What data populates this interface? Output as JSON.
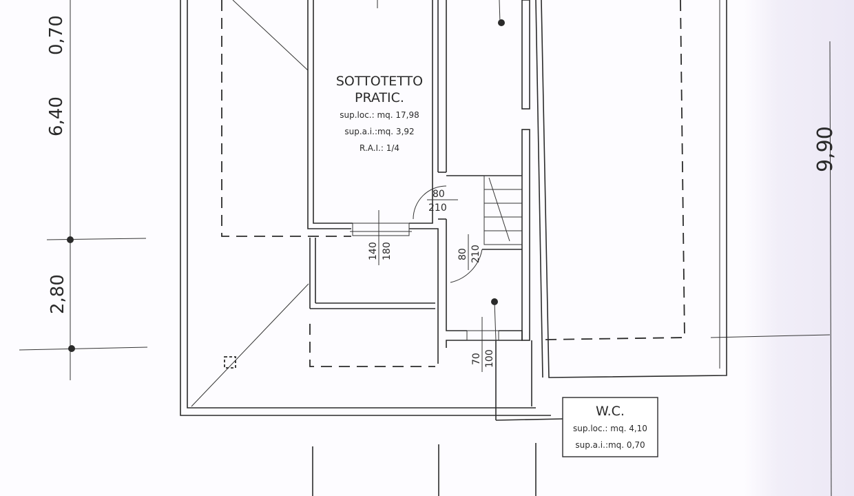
{
  "dimensions": {
    "left": [
      "0,70",
      "6,40",
      "2,80"
    ],
    "right": "9,90"
  },
  "rooms": {
    "attic": {
      "title_line1": "SOTTOTETTO",
      "title_line2": "PRATIC.",
      "sup_loc": "sup.loc.: mq. 17,98",
      "sup_ai": "sup.a.i.:mq. 3,92",
      "rai": "R.A.I.: 1/4"
    },
    "wc": {
      "title": "W.C.",
      "sup_loc": "sup.loc.: mq. 4,10",
      "sup_ai": "sup.a.i.:mq. 0,70"
    }
  },
  "openings": {
    "door_attic": {
      "width": "80",
      "height": "210"
    },
    "window_attic": {
      "width": "140",
      "height": "180"
    },
    "door_wc": {
      "width": "80",
      "height": "210"
    },
    "window_wc": {
      "width": "70",
      "height": "100"
    }
  },
  "colors": {
    "ink": "#2a2a2a",
    "paper": "#fdfcff",
    "margin_tint": "#ece8f5"
  }
}
